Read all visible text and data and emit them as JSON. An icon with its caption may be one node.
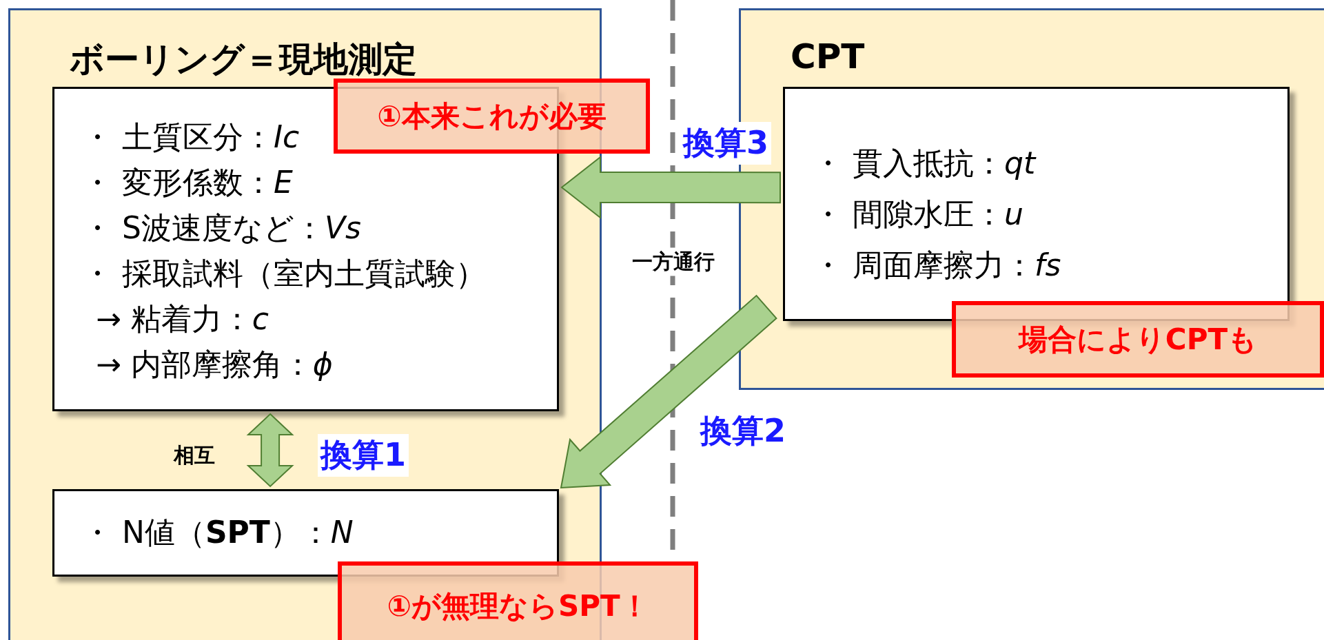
{
  "diagram": {
    "nodes": [
      {
        "text": [
          "ボーリング＝現地測定"
        ]
      },
      {
        "text": [
          "・ 土質区分：*Ic*",
          "・ 変形係数：*E*",
          "・ S波速度など：*Vs*",
          "・ 採取試料（室内土質試験）",
          "→ 粘着力：*c*",
          "→ 内部摩擦角：*ϕ*"
        ],
        "in": 0
      },
      {
        "text": [
          "・ N値（**SPT**）：*N*"
        ],
        "in": 0
      },
      {
        "text": [
          "CPT"
        ]
      },
      {
        "text": [
          "・ 貫入抵抗：*qt*",
          "・ 間隙水圧：*u*",
          "・ 周面摩擦力：*fs*"
        ],
        "in": 3
      },
      {
        "text": [
          "①本来これが必要"
        ]
      },
      {
        "text": [
          "場合によりCPTも"
        ],
        "in": 3
      },
      {
        "text": [
          "①が無理ならSPT！"
        ]
      }
    ],
    "edges": [
      {
        "from": 4,
        "to": 1,
        "arrow": "to",
        "label": "換算3"
      },
      {
        "from": 4,
        "to": 2,
        "arrow": "to",
        "label": "換算2"
      },
      {
        "from": 1,
        "to": 2,
        "arrow": "both",
        "label": "換算1"
      }
    ],
    "labels": [
      "相互",
      "一方通行"
    ]
  }
}
